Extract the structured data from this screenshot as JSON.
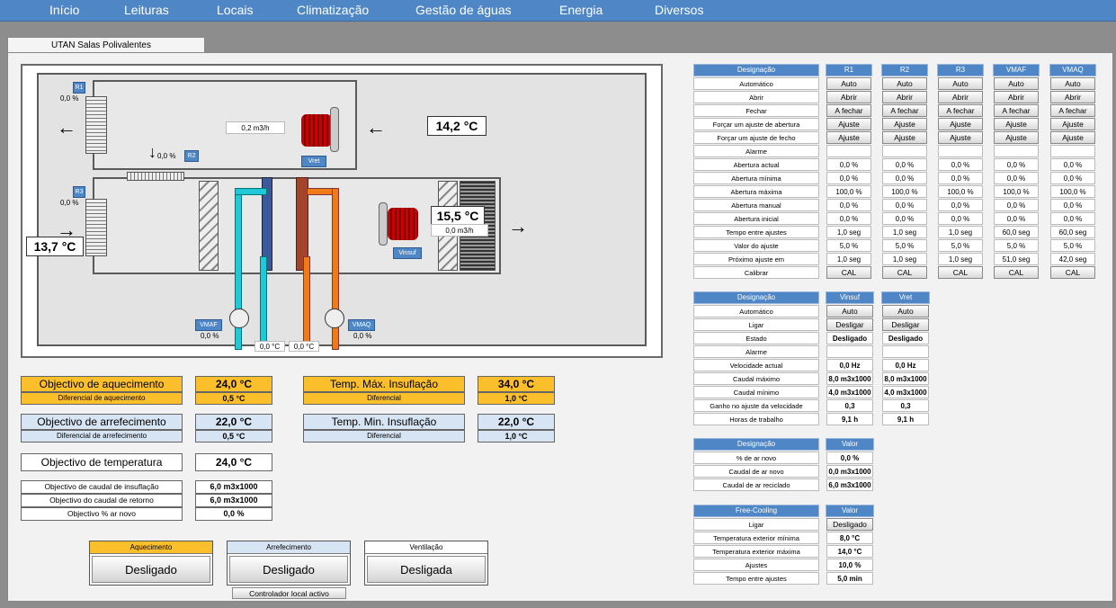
{
  "nav": [
    "Início",
    "Leituras",
    "Locais",
    "Climatização",
    "Gestão de águas",
    "Energia",
    "Diversos"
  ],
  "tab_title": "UTAN Salas Polivalentes",
  "diagram": {
    "r1": "R1",
    "r2": "R2",
    "r3": "R3",
    "vret": "Vret",
    "vinsuf": "Vinsuf",
    "vmaf": "VMAF",
    "vmaq": "VMAQ",
    "r1_pct": "0,0 %",
    "r2_pct": "0,0 %",
    "r3_pct": "0,0 %",
    "vmaf_pct": "0,0 %",
    "vmaq_pct": "0,0 %",
    "return_flow": "0,2 m3/h",
    "supply_flow": "0,0 m3/h",
    "return_temp": "14,2 °C",
    "supply_temp": "15,5 °C",
    "outside_temp": "13,7 °C",
    "cold_valve": "0,0 °C",
    "hot_valve": "0,0 °C"
  },
  "setpoints": {
    "heat_label": "Objectivo de aquecimento",
    "heat_val": "24,0 °C",
    "heat_diff_label": "Diferencial de aquecimento",
    "heat_diff": "0,5 °C",
    "cool_label": "Objectivo de arrefecimento",
    "cool_val": "22,0 °C",
    "cool_diff_label": "Diferencial de arrefecimento",
    "cool_diff": "0,5 °C",
    "max_label": "Temp. Máx. Insuflação",
    "max_val": "34,0 °C",
    "max_diff_label": "Diferencial",
    "max_diff": "1,0 °C",
    "min_label": "Temp. Min. Insuflação",
    "min_val": "22,0 °C",
    "min_diff_label": "Diferencial",
    "min_diff": "1,0 °C",
    "temp_label": "Objectivo de temperatura",
    "temp_val": "24,0 °C",
    "ins_label": "Objectivo de caudal de insuflação",
    "ins_val": "6,0 m3x1000",
    "ret_label": "Objectivo do caudal de retorno",
    "ret_val": "6,0 m3x1000",
    "new_label": "Objectivo % ar novo",
    "new_val": "0,0 %"
  },
  "modes": {
    "heat_title": "Aquecimento",
    "heat_state": "Desligado",
    "cool_title": "Arrefecimento",
    "cool_state": "Desligado",
    "vent_title": "Ventilação",
    "vent_state": "Desligada",
    "local": "Controlador local activo"
  },
  "dampers": {
    "header": "Designação",
    "cols": [
      "R1",
      "R2",
      "R3",
      "VMAF",
      "VMAQ"
    ],
    "rows": [
      "Automático",
      "Abrir",
      "Fechar",
      "Forçar um ajuste de abertura",
      "Forçar um ajuste de fecho",
      "Alarme",
      "Abertura actual",
      "Abertura mínima",
      "Abertura máxima",
      "Abertura manual",
      "Abertura inicial",
      "Tempo entre ajustes",
      "Valor do ajuste",
      "Próximo ajuste em",
      "Calibrar"
    ],
    "auto": "Auto",
    "abrir": "Abrir",
    "fechar": "A fechar",
    "ajuste": "Ajuste",
    "cal": "CAL",
    "vals": [
      [
        "0,0 %",
        "0,0 %",
        "0,0 %",
        "0,0 %",
        "0,0 %"
      ],
      [
        "0,0 %",
        "0,0 %",
        "0,0 %",
        "0,0 %",
        "0,0 %"
      ],
      [
        "100,0 %",
        "100,0 %",
        "100,0 %",
        "100,0 %",
        "100,0 %"
      ],
      [
        "0,0 %",
        "0,0 %",
        "0,0 %",
        "0,0 %",
        "0,0 %"
      ],
      [
        "0,0 %",
        "0,0 %",
        "0,0 %",
        "0,0 %",
        "0,0 %"
      ],
      [
        "1,0 seg",
        "1,0 seg",
        "1,0 seg",
        "60,0 seg",
        "60,0 seg"
      ],
      [
        "5,0 %",
        "5,0 %",
        "5,0 %",
        "5,0 %",
        "5,0 %"
      ],
      [
        "1,0 seg",
        "1,0 seg",
        "1,0 seg",
        "51,0 seg",
        "42,0 seg"
      ]
    ]
  },
  "fans": {
    "header": "Designação",
    "cols": [
      "Vinsuf",
      "Vret"
    ],
    "rows": [
      "Automático",
      "Ligar",
      "Estado",
      "Alarme",
      "Velocidade actual",
      "Caudal máximo",
      "Caudal mínimo",
      "Ganho no ajuste da velocidade",
      "Horas de trabalho"
    ],
    "auto": "Auto",
    "off_btn": "Desligar",
    "state": "Desligado",
    "vals": [
      [
        "0,0 Hz",
        "0,0 Hz"
      ],
      [
        "8,0 m3x1000",
        "8,0 m3x1000"
      ],
      [
        "4,0 m3x1000",
        "4,0 m3x1000"
      ],
      [
        "0,3",
        "0,3"
      ],
      [
        "9,1 h",
        "9,1 h"
      ]
    ]
  },
  "air": {
    "header": "Designação",
    "col": "Valor",
    "rows": [
      "% de ar novo",
      "Caudal de ar novo",
      "Caudal de ar reciclado"
    ],
    "vals": [
      "0,0 %",
      "0,0 m3x1000",
      "6,0 m3x1000"
    ]
  },
  "free": {
    "header": "Free-Cooling",
    "col": "Valor",
    "rows": [
      "Ligar",
      "Temperatura exterior mínima",
      "Temperatura exterior máxima",
      "Ajustes",
      "Tempo entre ajustes"
    ],
    "btn": "Desligado",
    "vals": [
      "8,0 °C",
      "14,0 °C",
      "10,0 %",
      "5,0 min"
    ]
  }
}
